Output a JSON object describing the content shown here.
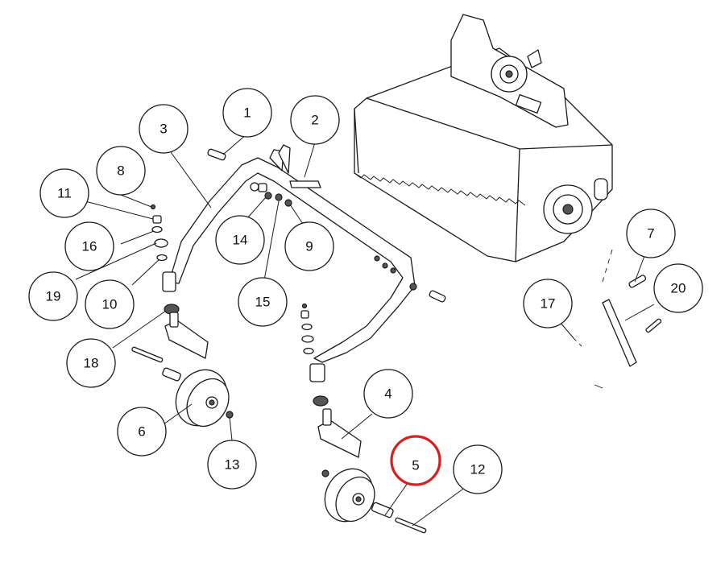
{
  "callouts": [
    {
      "label": "1",
      "highlight": false
    },
    {
      "label": "2",
      "highlight": false
    },
    {
      "label": "3",
      "highlight": false
    },
    {
      "label": "4",
      "highlight": false
    },
    {
      "label": "5",
      "highlight": true
    },
    {
      "label": "6",
      "highlight": false
    },
    {
      "label": "7",
      "highlight": false
    },
    {
      "label": "8",
      "highlight": false
    },
    {
      "label": "9",
      "highlight": false
    },
    {
      "label": "10",
      "highlight": false
    },
    {
      "label": "11",
      "highlight": false
    },
    {
      "label": "12",
      "highlight": false
    },
    {
      "label": "13",
      "highlight": false
    },
    {
      "label": "14",
      "highlight": false
    },
    {
      "label": "15",
      "highlight": false
    },
    {
      "label": "16",
      "highlight": false
    },
    {
      "label": "17",
      "highlight": false
    },
    {
      "label": "18",
      "highlight": false
    },
    {
      "label": "19",
      "highlight": false
    },
    {
      "label": "20",
      "highlight": false
    }
  ],
  "colors": {
    "highlight": "#d81e1e",
    "line": "#1a1a1a"
  }
}
